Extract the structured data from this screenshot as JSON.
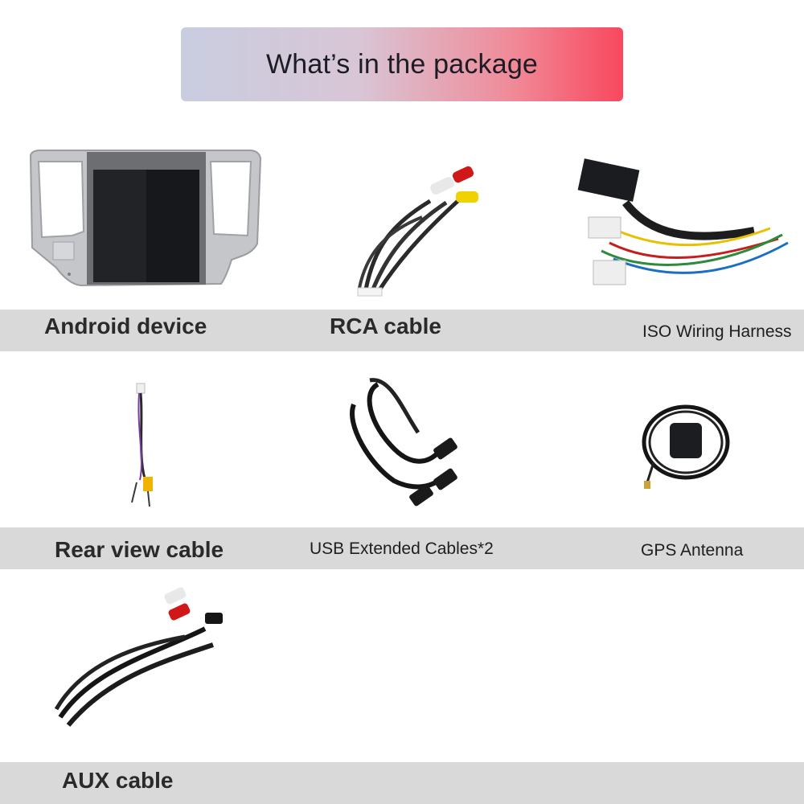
{
  "header": {
    "title": "What’s in the package"
  },
  "items": [
    {
      "label": "Android device",
      "icon": "android-head-unit-icon"
    },
    {
      "label": "RCA cable",
      "icon": "rca-cable-icon"
    },
    {
      "label": "ISO Wiring Harness",
      "icon": "iso-wiring-harness-icon"
    },
    {
      "label": "Rear view cable",
      "icon": "rear-view-cable-icon"
    },
    {
      "label": "USB Extended Cables*2",
      "icon": "usb-cables-icon"
    },
    {
      "label": "GPS Antenna",
      "icon": "gps-antenna-icon"
    },
    {
      "label": "AUX cable",
      "icon": "aux-cable-icon"
    }
  ],
  "colors": {
    "banner_start": "#c9cde0",
    "banner_end": "#f8485e",
    "label_band": "#d9d9d9"
  }
}
